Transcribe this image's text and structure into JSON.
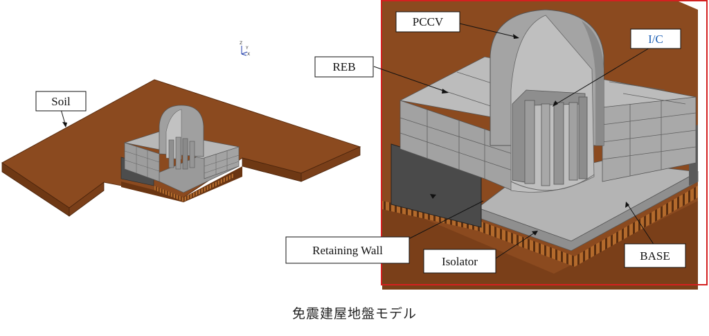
{
  "labels": {
    "soil": "Soil",
    "pccv": "PCCV",
    "ic": "I/C",
    "reb": "REB",
    "retaining_wall": "Retaining Wall",
    "isolator": "Isolator",
    "base": "BASE"
  },
  "axis_triad": {
    "z": "Z",
    "y": "Y",
    "x": "X"
  },
  "caption": "免震建屋地盤モデル",
  "colors": {
    "soil_top": "#8b4a1f",
    "soil_side": "#7a3f19",
    "structure": "#a8a8a8",
    "structure_dark": "#7d7d7d",
    "retaining_wall": "#4d4d4d",
    "highlight_frame": "#d42020",
    "ic_label": "#1c5fb4"
  }
}
